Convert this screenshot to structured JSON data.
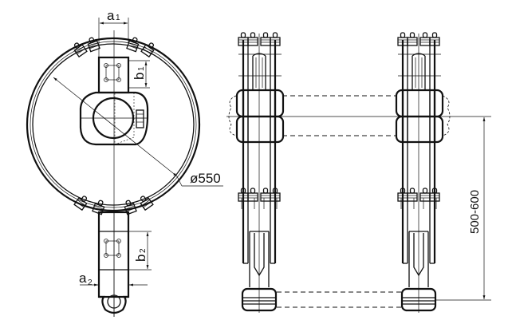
{
  "left_view": {
    "dim_a1": {
      "main": "a",
      "sub": "1"
    },
    "dim_b1": {
      "main": "b",
      "sub": "1"
    },
    "dim_diameter": "ø550",
    "dim_b2": {
      "main": "b",
      "sub": "2"
    },
    "dim_a2": {
      "main": "a",
      "sub": "2"
    }
  },
  "right_view": {
    "dim_height": "500-600"
  }
}
